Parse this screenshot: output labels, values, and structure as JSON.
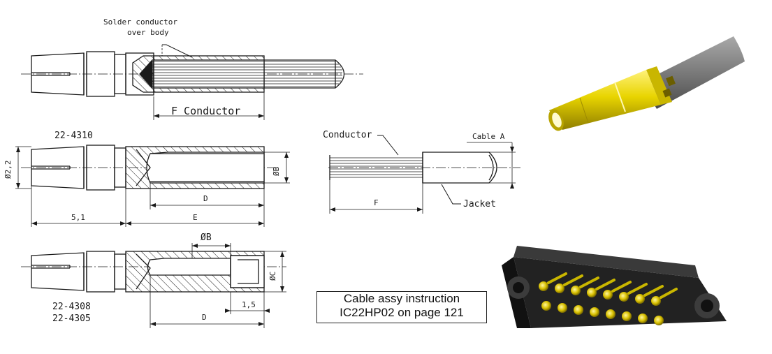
{
  "labels": {
    "solder_line1": "Solder conductor",
    "solder_line2": "over body",
    "f_conductor": "F  Conductor",
    "part_4310": "22-4310",
    "dia_22": "Ø2,2",
    "dia_b_side": "ØB",
    "dim_d_mid": "D",
    "dim_51": "5,1",
    "dim_e": "E",
    "dia_b_top": "ØB",
    "dia_c": "ØC",
    "dim_15": "1,5",
    "dim_d_bottom": "D",
    "part_4308": "22-4308",
    "part_4305": "22-4305",
    "conductor": "Conductor",
    "cable_a": "Cable A",
    "dim_f": "F",
    "jacket": "Jacket"
  },
  "note": {
    "line1": "Cable assy instruction",
    "line2": "IC22HP02 on page 121"
  },
  "colors": {
    "line": "#1a1a1a",
    "contact_yellow": "#e8d400",
    "contact_shadow": "#9c8a00",
    "cable_grey": "#7a7a7a",
    "housing_dark": "#2e2e2e"
  }
}
